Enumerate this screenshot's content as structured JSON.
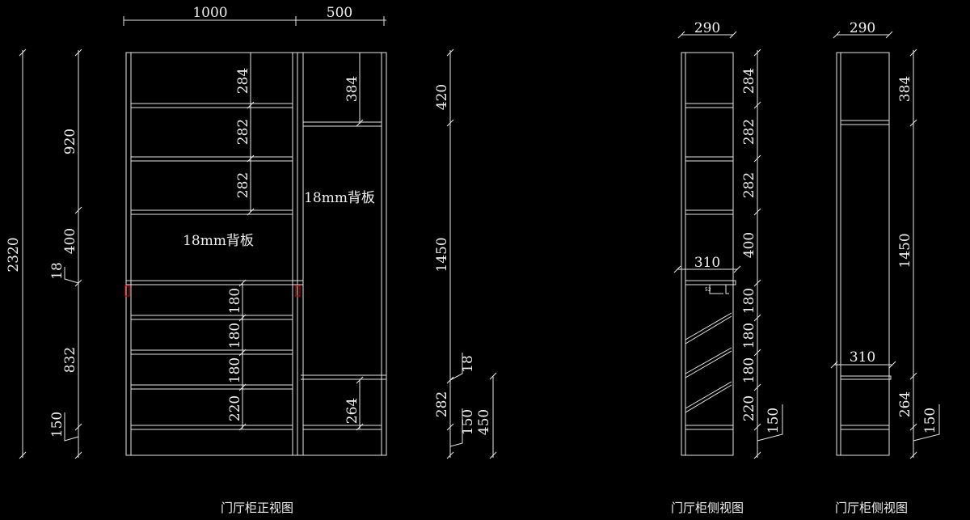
{
  "front": {
    "caption": "门厅柜正视图",
    "top_dims": [
      "1000",
      "500"
    ],
    "total_height": "2320",
    "left_dims": [
      "920",
      "400",
      "18",
      "832",
      "150"
    ],
    "inner_upper_dims": [
      "284",
      "282",
      "282"
    ],
    "inner_lower_dims": [
      "180",
      "180",
      "180",
      "220"
    ],
    "right_inner_dims": [
      "384",
      "264"
    ],
    "right_dims": [
      "420",
      "1450",
      "282",
      "18",
      "150",
      "450"
    ],
    "back_panel_label": "18mm背板"
  },
  "side1": {
    "caption": "门厅柜侧视图",
    "width": "290",
    "shelf_depth": "310",
    "hook_dim": "52",
    "dims": [
      "284",
      "282",
      "282",
      "400",
      "180",
      "180",
      "180",
      "220",
      "150"
    ]
  },
  "side2": {
    "caption": "门厅柜侧视图",
    "width": "290",
    "shelf_depth": "310",
    "dims": [
      "384",
      "1450",
      "264",
      "150"
    ]
  },
  "colors": {
    "background": "#000000",
    "lines": "#e6e6e6",
    "marker": "#c00000"
  }
}
